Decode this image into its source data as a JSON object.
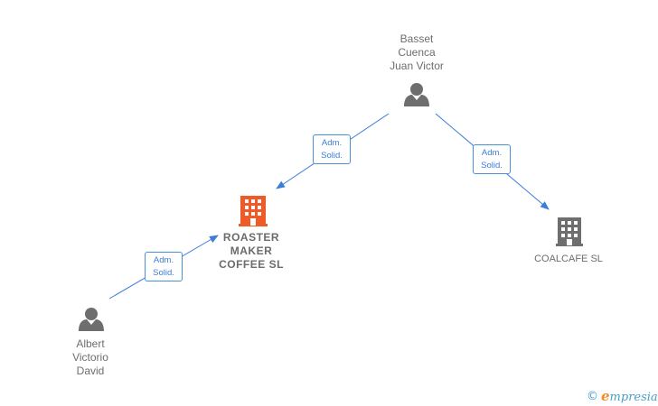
{
  "nodes": {
    "person_top": {
      "name": "Basset\nCuenca\nJuan Victor"
    },
    "person_bottom": {
      "name": "Albert\nVictorio\nDavid"
    },
    "company_main": {
      "name": "ROASTER\nMAKER\nCOFFEE  SL"
    },
    "company_other": {
      "name": "COALCAFE SL"
    }
  },
  "edges": [
    {
      "line1": "Adm.",
      "line2": "Solid."
    },
    {
      "line1": "Adm.",
      "line2": "Solid."
    },
    {
      "line1": "Adm.",
      "line2": "Solid."
    }
  ],
  "watermark": {
    "symbol": "©",
    "brand_initial": "e",
    "brand_rest": "mpresia"
  },
  "colors": {
    "edge": "#3b7dd8",
    "main_company_icon": "#f05a28",
    "other_company_icon": "#6e6e6e",
    "person_icon": "#6e6e6e"
  }
}
